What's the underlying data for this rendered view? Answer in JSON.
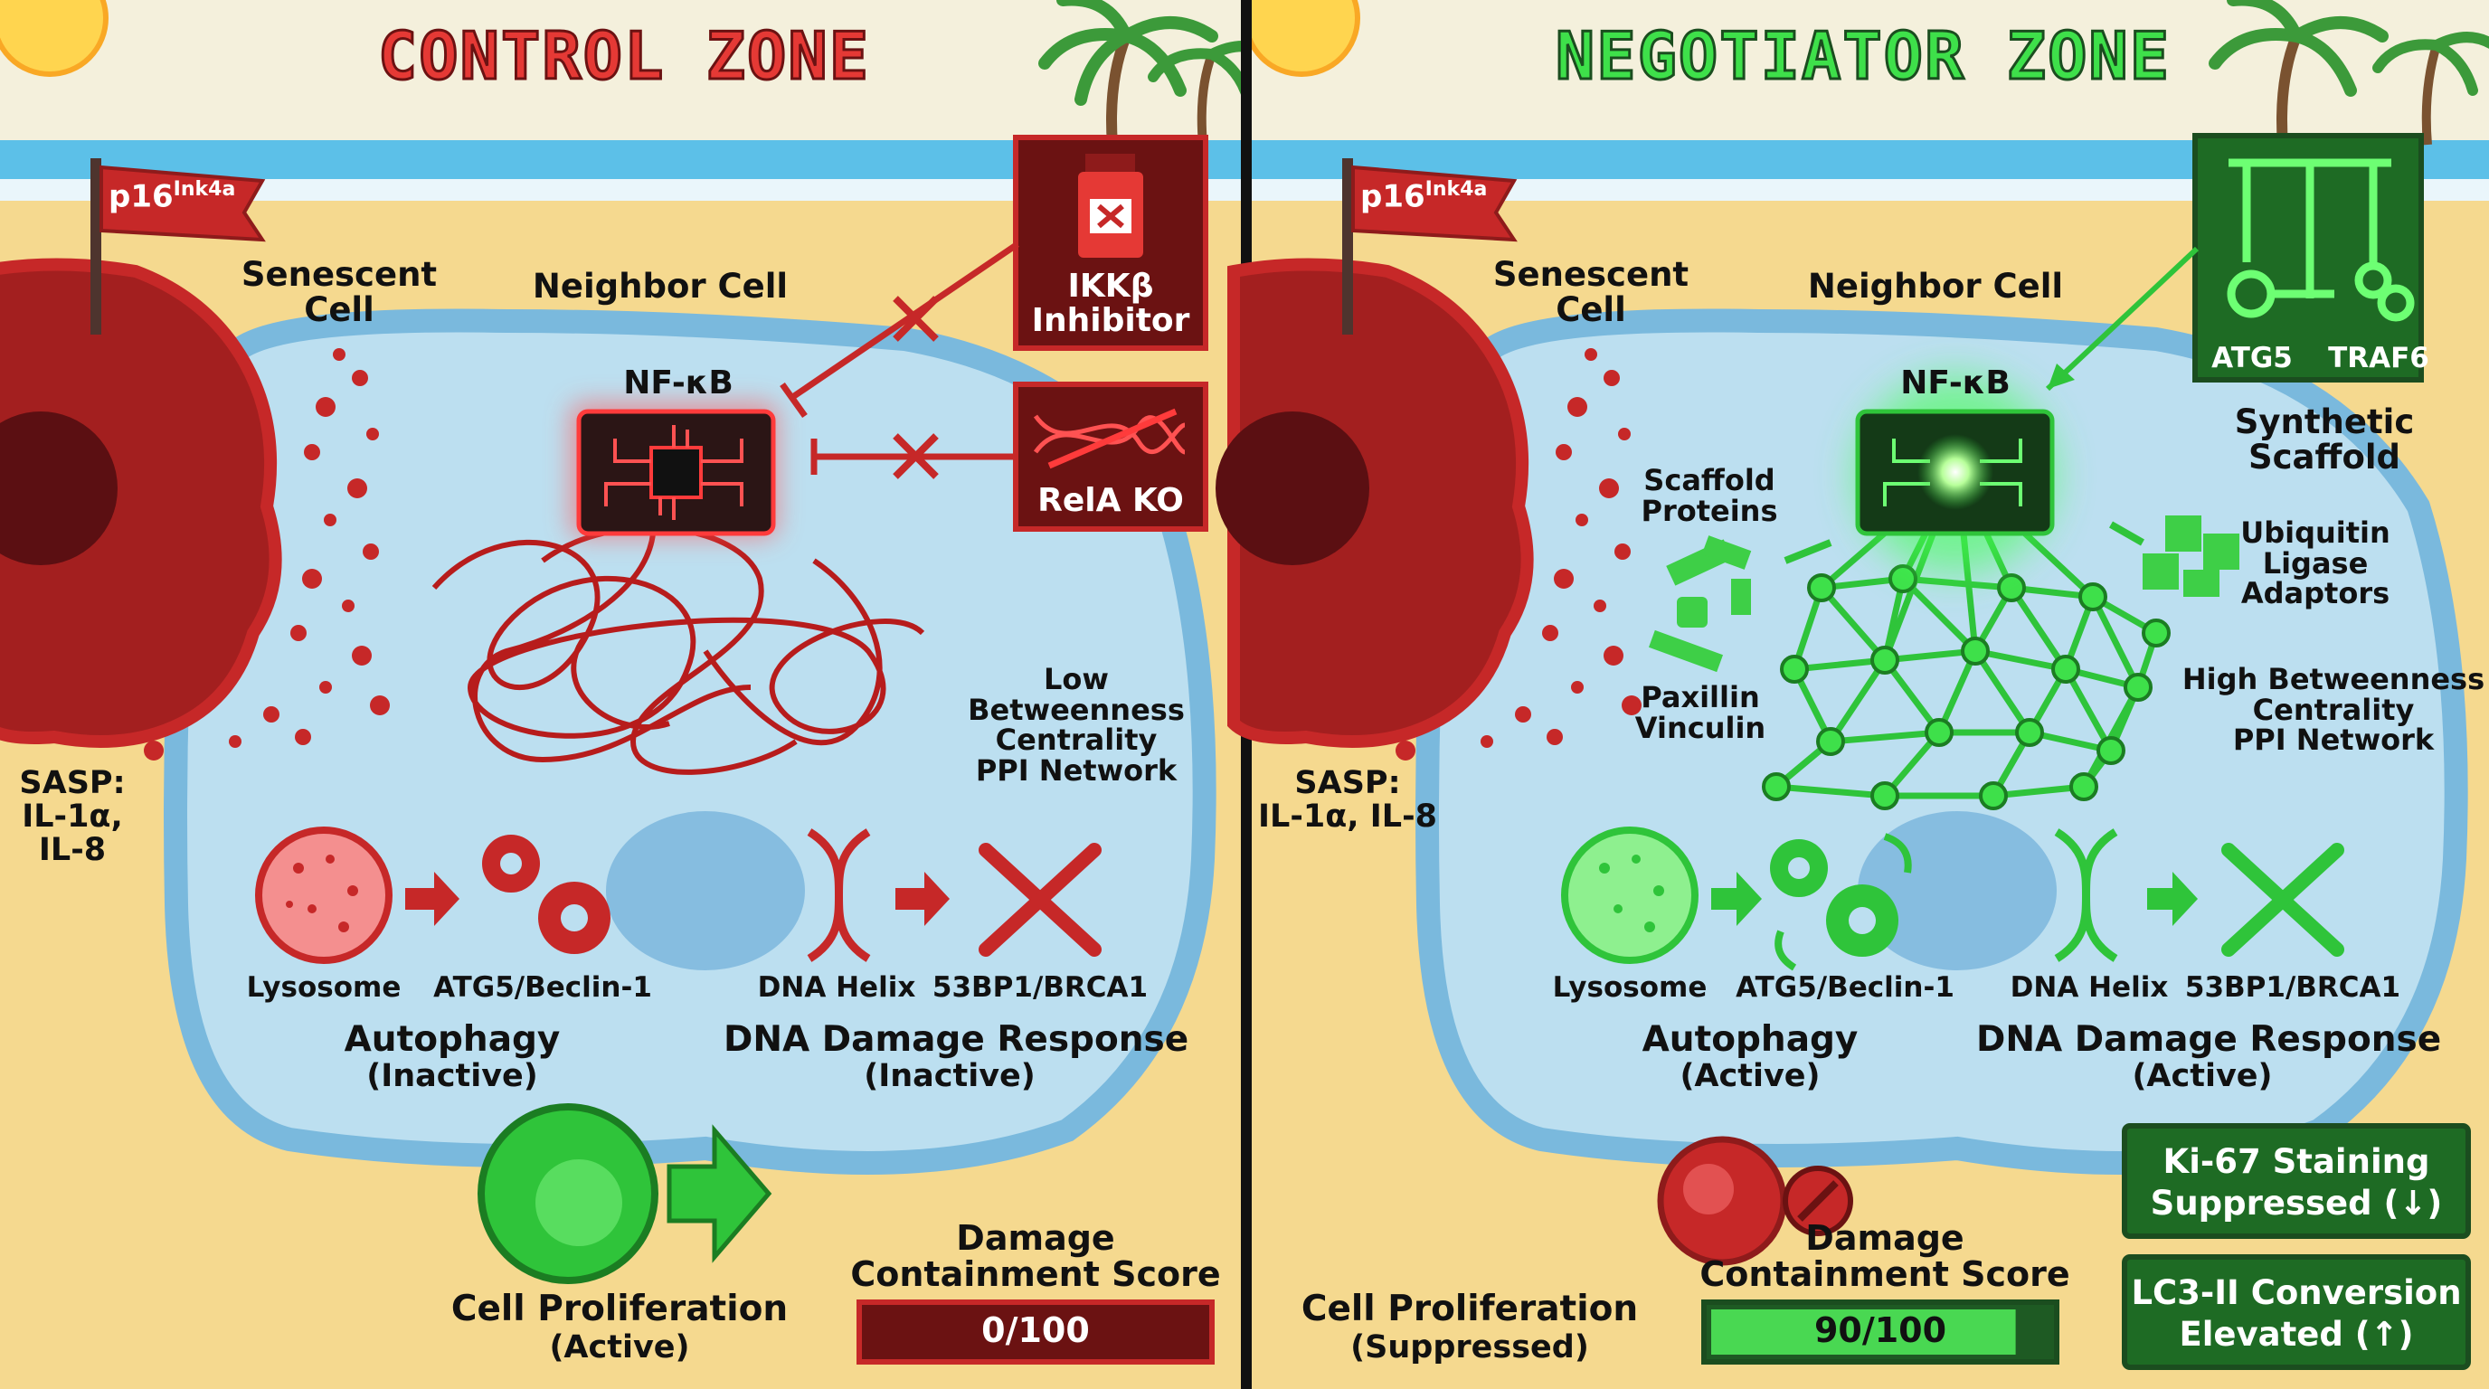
{
  "colors": {
    "control_accent": "#c62828",
    "negotiator_accent": "#2fc43a",
    "sand": "#f5d98f",
    "sea": "#5cc0e8",
    "cell": "#bcdff0"
  },
  "icons": [
    "sun-icon",
    "palm-tree-icon",
    "flag-icon",
    "drug-vial-icon",
    "dna-knockout-icon",
    "nf-kb-chip-icon",
    "lysosome-icon",
    "gears-icon",
    "dna-helix-icon",
    "repair-tools-icon",
    "proliferating-cell-icon",
    "arrow-icon",
    "stop-icon",
    "scaffold-icon"
  ],
  "control": {
    "title": "CONTROL ZONE",
    "flag": "p16",
    "flag_sup": "Ink4a",
    "senescent": "Senescent\nCell",
    "neighbor": "Neighbor Cell",
    "sasp": "SASP:\nIL-1α, IL-8",
    "nfkb": "NF-κB",
    "inhibitor": "IKKβ\nInhibitor",
    "knockout": "RelA KO",
    "network": "Low Betweenness\nCentrality\nPPI Network",
    "lysosome": "Lysosome",
    "atg": "ATG5/Beclin-1",
    "dna": "DNA Helix",
    "brca": "53BP1/BRCA1",
    "autophagy": "Autophagy",
    "autophagy_state": "(Inactive)",
    "ddr": "DNA Damage Response",
    "ddr_state": "(Inactive)",
    "prolif": "Cell Proliferation",
    "prolif_state": "(Active)",
    "score_label": "Damage\nContainment Score",
    "score_text": "0/100",
    "score_value": 0
  },
  "negotiator": {
    "title": "NEGOTIATOR ZONE",
    "flag": "p16",
    "flag_sup": "Ink4a",
    "senescent": "Senescent\nCell",
    "neighbor": "Neighbor Cell",
    "sasp": "SASP:\nIL-1α, IL-8",
    "nfkb": "NF-κB",
    "atg5": "ATG5",
    "traf6": "TRAF6",
    "scaffold_synth": "Synthetic\nScaffold",
    "scaffold_proteins": "Scaffold\nProteins",
    "ubiquitin": "Ubiquitin\nLigase\nAdaptors",
    "paxillin": "Paxillin\nVinculin",
    "network": "High Betweenness\nCentrality\nPPI Network",
    "lysosome": "Lysosome",
    "atg": "ATG5/Beclin-1",
    "dna": "DNA Helix",
    "brca": "53BP1/BRCA1",
    "autophagy": "Autophagy",
    "autophagy_state": "(Active)",
    "ddr": "DNA Damage Response",
    "ddr_state": "(Active)",
    "prolif": "Cell Proliferation",
    "prolif_state": "(Suppressed)",
    "score_label": "Damage\nContainment Score",
    "score_text": "90/100",
    "score_value": 90,
    "ki67": "Ki-67 Staining\nSuppressed (↓)",
    "lc3": "LC3-II Conversion\nElevated (↑)"
  }
}
